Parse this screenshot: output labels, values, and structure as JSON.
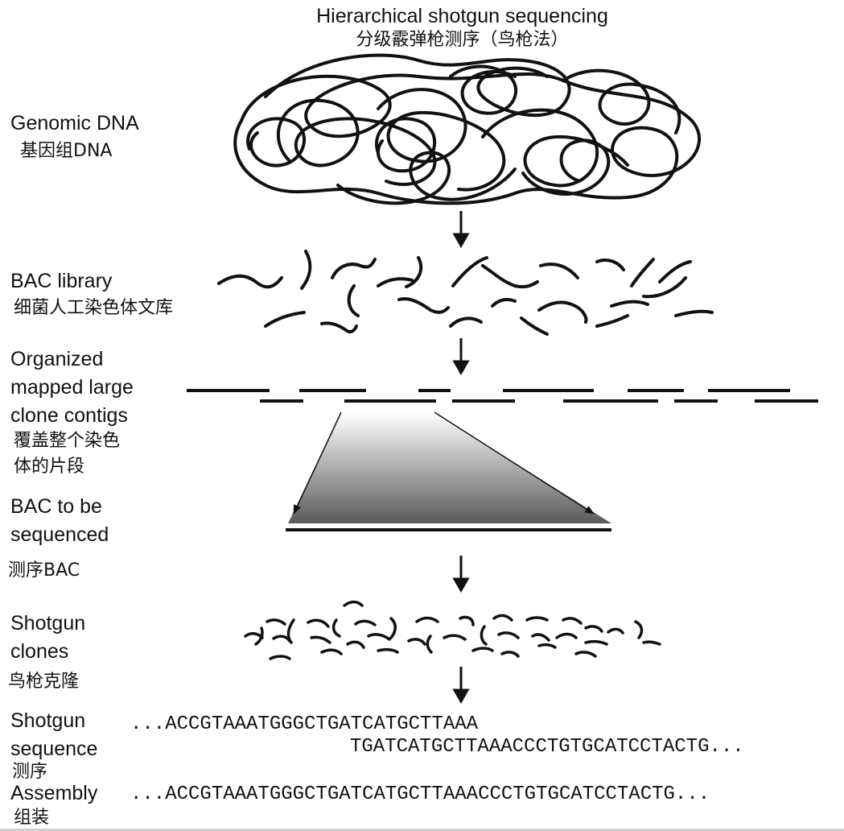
{
  "title": {
    "en": "Hierarchical shotgun sequencing",
    "zh": "分级霰弹枪测序（鸟枪法）"
  },
  "steps": [
    {
      "key": "genomic",
      "en": "Genomic DNA",
      "zh": "基因组DNA"
    },
    {
      "key": "bac_library",
      "en": "BAC library",
      "zh": "细菌人工染色体文库"
    },
    {
      "key": "contigs",
      "en_lines": [
        "Organized",
        "mapped large",
        "clone contigs"
      ],
      "zh_lines": [
        "覆盖整个染色",
        "体的片段"
      ]
    },
    {
      "key": "bac_seq",
      "en_lines": [
        "BAC to be",
        "sequenced"
      ],
      "zh": "测序BAC"
    },
    {
      "key": "shotgun_clones",
      "en_lines": [
        "Shotgun",
        "clones"
      ],
      "zh": "鸟枪克隆"
    },
    {
      "key": "shotgun_sequence",
      "en_lines": [
        "Shotgun",
        "sequence"
      ],
      "zh": "测序"
    },
    {
      "key": "assembly",
      "en": "Assembly",
      "zh": "组装"
    }
  ],
  "sequences": {
    "read1": "...ACCGTAAATGGGCTGATCATGCTTAAA",
    "read2": "TGATCATGCTTAAACCCTGTGCATCCTACTG...",
    "assembly": "...ACCGTAAATGGGCTGATCATGCTTAAACCCTGTGCATCCTACTG..."
  }
}
